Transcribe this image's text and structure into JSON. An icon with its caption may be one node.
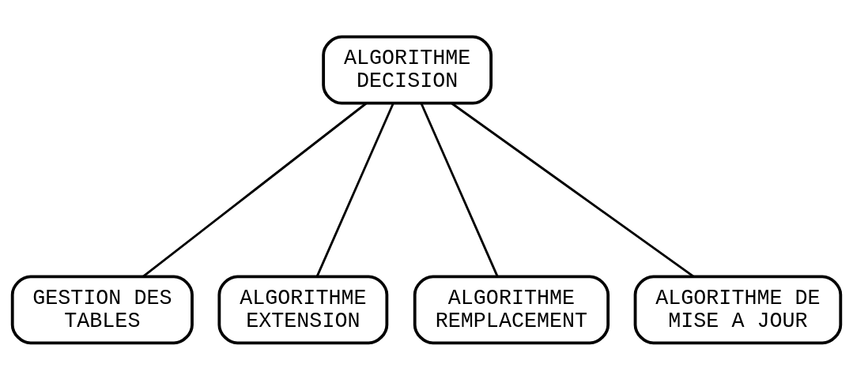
{
  "diagram": {
    "nodes": [
      {
        "text": [
          "ALGORITHME DECISION"
        ]
      },
      {
        "text": [
          "GESTION DES TABLES"
        ]
      },
      {
        "text": [
          "ALGORITHME EXTENSION"
        ]
      },
      {
        "text": [
          "ALGORITHME REMPLACEMENT"
        ]
      },
      {
        "text": [
          "ALGORITHME DE MISE A JOUR"
        ]
      }
    ],
    "edges": [
      {
        "from": 0,
        "to": 1,
        "arrow": "none"
      },
      {
        "from": 0,
        "to": 2,
        "arrow": "none"
      },
      {
        "from": 0,
        "to": 3,
        "arrow": "none"
      },
      {
        "from": 0,
        "to": 4,
        "arrow": "none"
      }
    ]
  }
}
